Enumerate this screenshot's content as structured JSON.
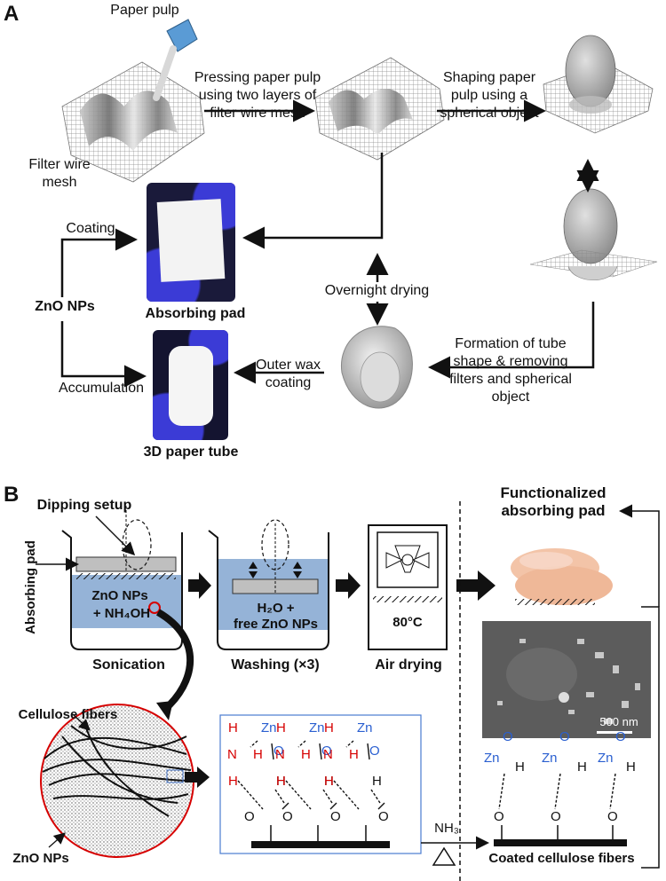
{
  "panel_a": {
    "letter": "A",
    "paper_pulp": "Paper pulp",
    "filter_wire_mesh": "Filter wire mesh",
    "step_pressing": "Pressing paper pulp using two layers of filter wire mesh",
    "step_shaping": "Shaping paper pulp using a spherical object",
    "overnight_drying": "Overnight drying",
    "formation": "Formation of tube shape & removing filters and spherical object",
    "outer_wax": "Outer wax coating",
    "coating": "Coating",
    "accumulation": "Accumulation",
    "zno_nps": "ZnO NPs",
    "absorbing_pad": "Absorbing pad",
    "paper_tube": "3D paper tube"
  },
  "panel_b": {
    "letter": "B",
    "dipping_setup": "Dipping setup",
    "absorbing_pad_side": "Absorbing pad",
    "beaker1_line1": "ZnO NPs",
    "beaker1_line2": "+ NH₄OH",
    "sonication": "Sonication",
    "beaker2_line1": "H₂O +",
    "beaker2_line2": "free ZnO NPs",
    "washing": "Washing (×3)",
    "oven_temp": "80°C",
    "air_drying": "Air drying",
    "functionalized": "Functionalized absorbing pad",
    "scale_bar": "500 nm",
    "cellulose_fibers": "Cellulose fibers",
    "zno_nps_zoom": "ZnO NPs",
    "nh3": "NH₃",
    "coated_fibers": "Coated cellulose fibers",
    "atom_h": "H",
    "atom_n": "N",
    "atom_o": "O",
    "atom_zn": "Zn"
  }
}
